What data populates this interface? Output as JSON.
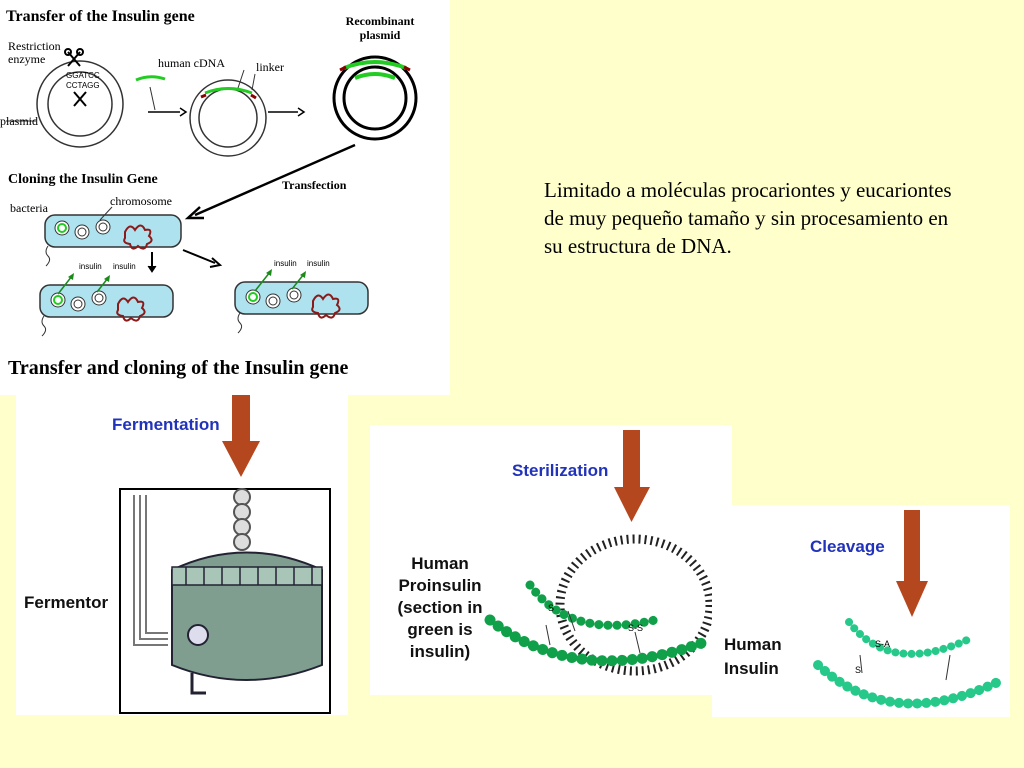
{
  "transfer": {
    "title": "Transfer of the Insulin gene",
    "restriction_enzyme": "Restriction\nenzyme",
    "seq_top": "GGATCC",
    "seq_bottom": "CCTAGG",
    "plasmid": "plasmid",
    "human_cdna": "human cDNA",
    "linker": "linker",
    "recombinant_plasmid": "Recombinant\nplasmid"
  },
  "cloning": {
    "title": "Cloning the Insulin Gene",
    "transfection": "Transfection",
    "bacteria": "bacteria",
    "chromosome": "chromosome",
    "insulin_a": "insulin",
    "insulin_b": "insulin",
    "insulin_c": "insulin",
    "insulin_d": "insulin"
  },
  "caption": "Transfer and cloning of the Insulin gene",
  "fermentation": {
    "label": "Fermentation",
    "fermentor": "Fermentor"
  },
  "sterilization": {
    "label": "Sterilization",
    "description": "Human\nProinsulin\n(section in\ngreen is\ninsulin)",
    "s_label": "S",
    "ss_label": "S-S"
  },
  "cleavage": {
    "label": "Cleavage",
    "description": "Human\nInsulin",
    "s_label": "S",
    "sa_label": "S-A"
  },
  "side_text": "Limitado a moléculas procariontes y eucariontes de muy pequeño tamaño y sin procesamiento en su estructura de DNA.",
  "colors": {
    "background": "#ffffcc",
    "arrow": "#b5471e",
    "label_blue": "#2233bb",
    "green": "#11a04a",
    "insulin_green": "#27c98a"
  }
}
